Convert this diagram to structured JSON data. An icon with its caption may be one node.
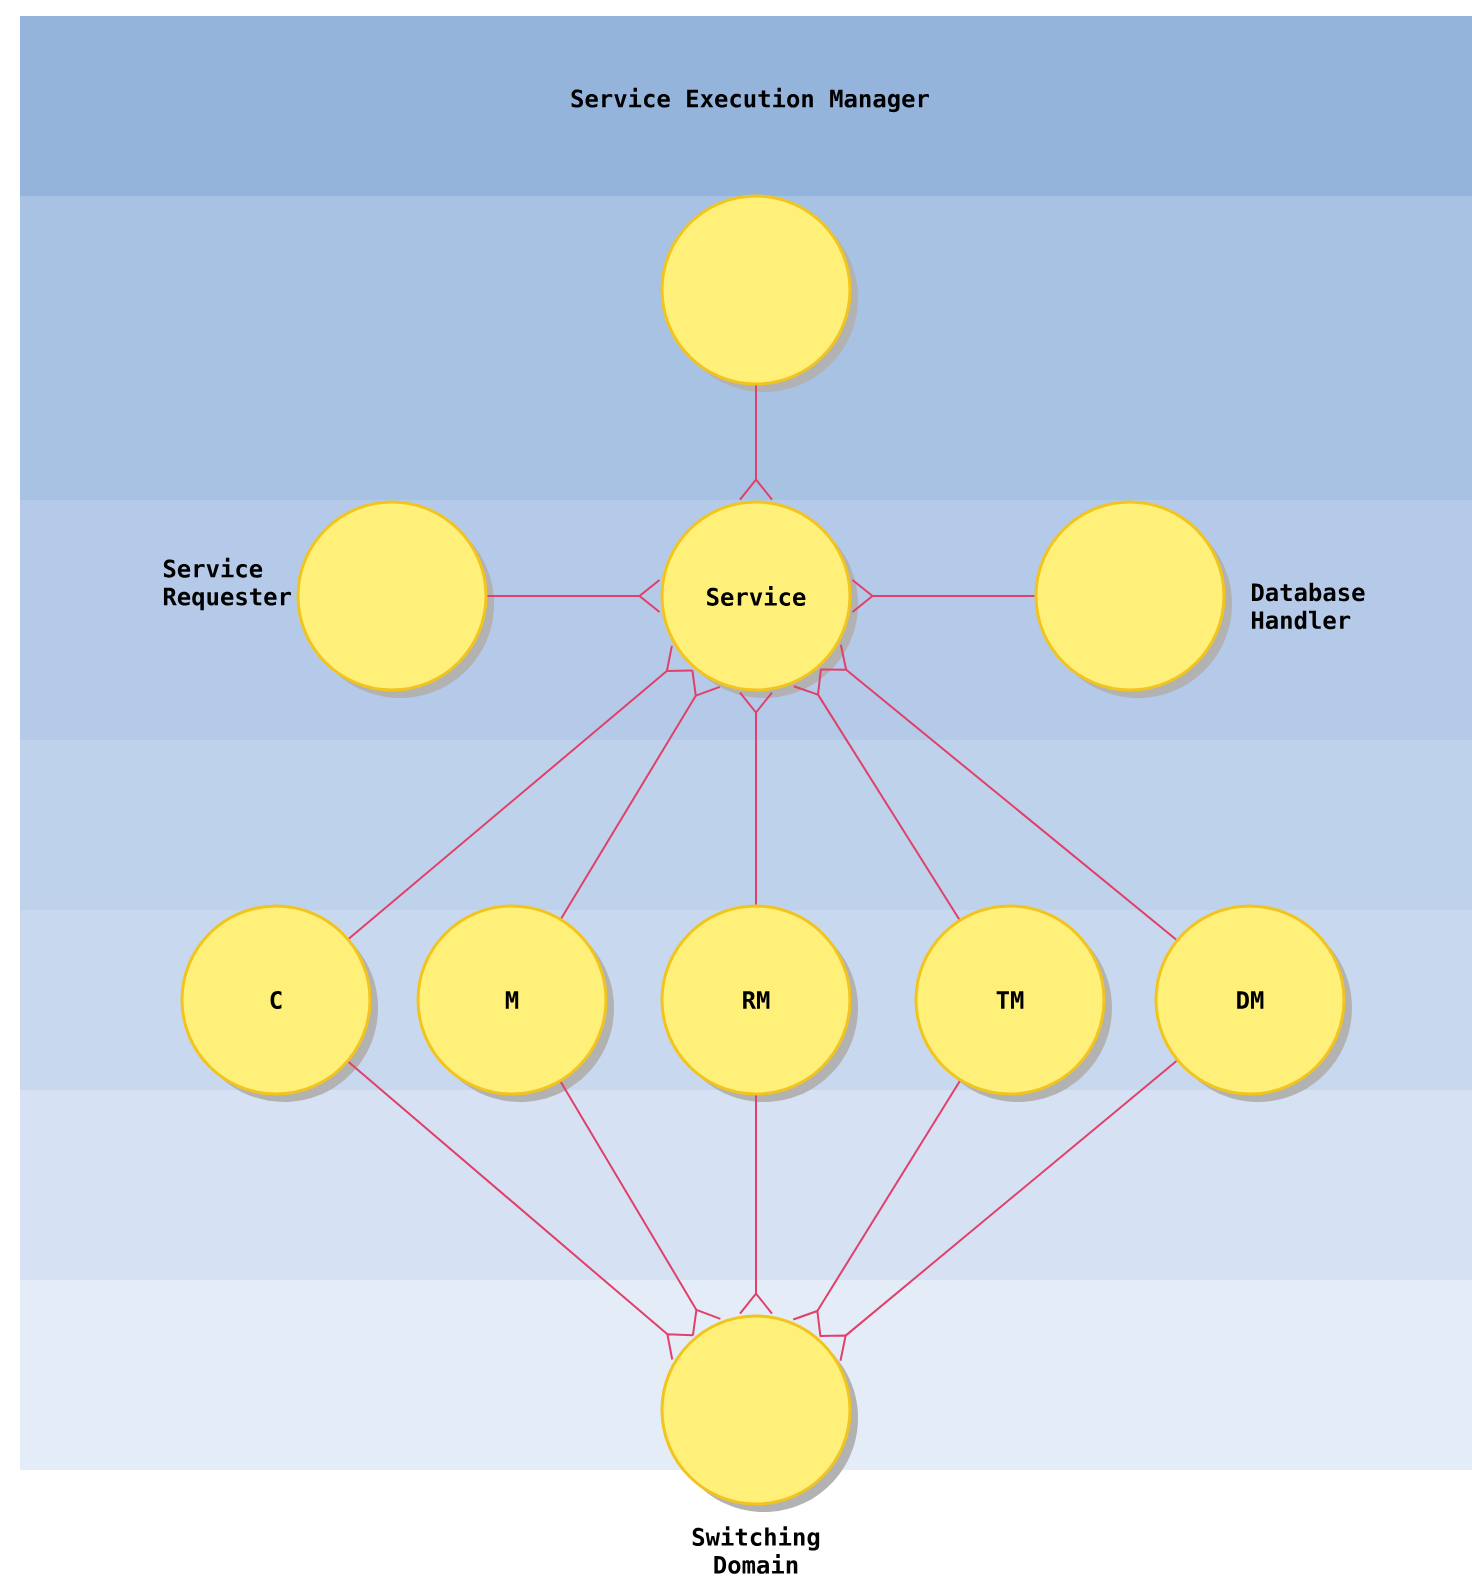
{
  "diagram": {
    "nodes": [
      {
        "text": [
          "Service Execution Manager"
        ]
      },
      {
        "text": [
          "Service Requester"
        ]
      },
      {
        "text": [
          "Service"
        ]
      },
      {
        "text": [
          "Database Handler"
        ]
      },
      {
        "text": [
          "C"
        ]
      },
      {
        "text": [
          "M"
        ]
      },
      {
        "text": [
          "RM"
        ]
      },
      {
        "text": [
          "TM"
        ]
      },
      {
        "text": [
          "DM"
        ]
      },
      {
        "text": [
          "Switching Domain"
        ]
      }
    ],
    "edges": [
      {
        "from": 0,
        "to": 2,
        "arrow": "other"
      },
      {
        "from": 1,
        "to": 2,
        "arrow": "other"
      },
      {
        "from": 3,
        "to": 2,
        "arrow": "other"
      },
      {
        "from": 4,
        "to": 2,
        "arrow": "other"
      },
      {
        "from": 5,
        "to": 2,
        "arrow": "other"
      },
      {
        "from": 6,
        "to": 2,
        "arrow": "other"
      },
      {
        "from": 7,
        "to": 2,
        "arrow": "other"
      },
      {
        "from": 8,
        "to": 2,
        "arrow": "other"
      },
      {
        "from": 4,
        "to": 9,
        "arrow": "other"
      },
      {
        "from": 5,
        "to": 9,
        "arrow": "other"
      },
      {
        "from": 6,
        "to": 9,
        "arrow": "other"
      },
      {
        "from": 7,
        "to": 9,
        "arrow": "other"
      },
      {
        "from": 8,
        "to": 9,
        "arrow": "other"
      }
    ]
  }
}
